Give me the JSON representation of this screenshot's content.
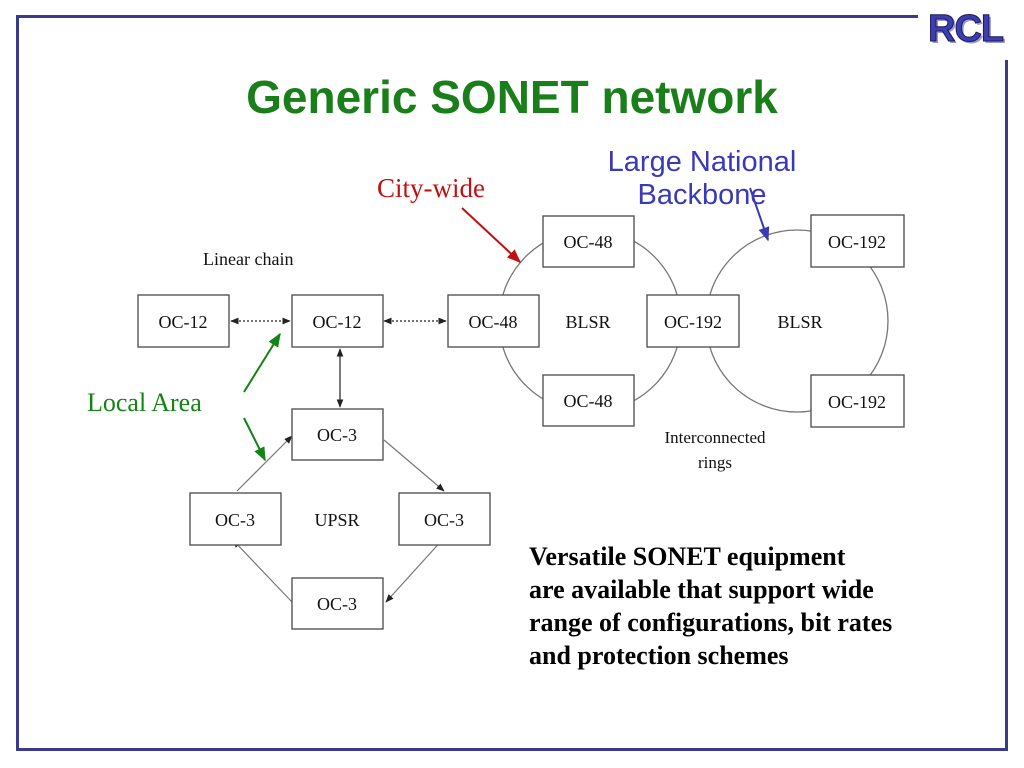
{
  "logo": "RCL",
  "title": "Generic SONET network",
  "callouts": {
    "backbone": [
      "Large National",
      "Backbone"
    ],
    "city": "City-wide",
    "local": "Local Area"
  },
  "diagram": {
    "linear_chain_label": "Linear chain",
    "linear_chain": [
      "OC-12",
      "OC-12",
      "OC-48"
    ],
    "blsr_left": {
      "nodes": [
        "OC-48",
        "OC-48",
        "OC-48",
        "OC-192"
      ],
      "label": "BLSR"
    },
    "blsr_right": {
      "nodes": [
        "OC-192",
        "OC-192",
        "OC-192"
      ],
      "label": "BLSR"
    },
    "interconnected_label": [
      "Interconnected",
      "rings"
    ],
    "upsr": {
      "nodes": [
        "OC-3",
        "OC-3",
        "OC-3",
        "OC-3"
      ],
      "label": "UPSR"
    }
  },
  "note": [
    "Versatile SONET equipment",
    "are available that support wide",
    "range of configurations, bit rates",
    "and protection schemes"
  ],
  "colors": {
    "frame": "#3a3a8c",
    "title": "#1a7f1a",
    "backbone_callout": "#3a3ab8",
    "city_callout": "#c01010",
    "local_callout": "#148214"
  }
}
